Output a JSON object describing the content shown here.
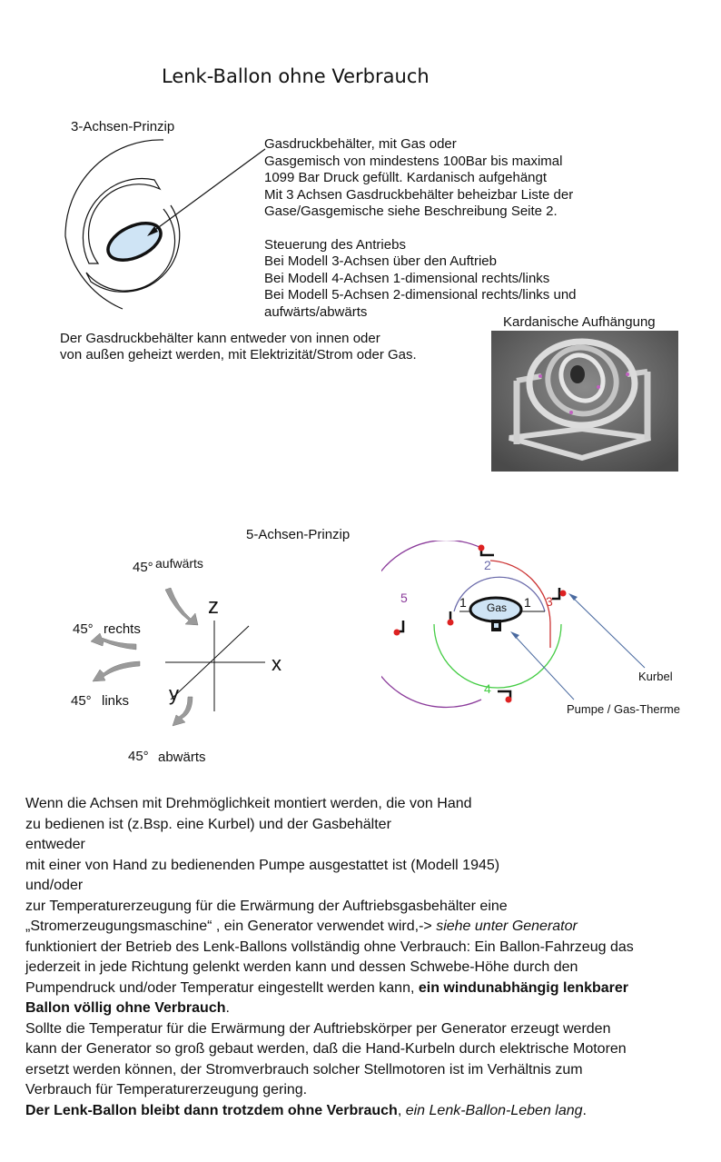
{
  "title": "Lenk-Ballon ohne Verbrauch",
  "section1": {
    "heading": "3-Achsen-Prinzip",
    "description_lines": [
      "Gasdruckbehälter,  mit Gas oder",
      "Gasgemisch von mindestens 100Bar bis maximal",
      "1099 Bar Druck gefüllt.  Kardanisch aufgehängt",
      "Mit 3 Achsen   Gasdruckbehälter beheizbar Liste der",
      "Gase/Gasgemische siehe Beschreibung Seite 2."
    ],
    "control_lines": [
      "Steuerung des Antriebs",
      "Bei Modell 3-Achsen über den Auftrieb",
      "Bei Modell 4-Achsen 1-dimensional rechts/links",
      "Bei Modell 5-Achsen 2-dimensional rechts/links  und",
      "aufwärts/abwärts"
    ],
    "heating_lines": [
      "Der Gasdruckbehälter  kann entweder von innen oder",
      "von außen geheizt werden, mit Elektrizität/Strom  oder Gas."
    ],
    "photo_caption": "Kardanische Aufhängung"
  },
  "section2": {
    "heading": "5-Achsen-Prinzip",
    "axes": {
      "z": "z",
      "x": "x",
      "y": "y",
      "up": "aufwärts",
      "down": "abwärts",
      "right": "rechts",
      "left": "links",
      "deg": "45°"
    },
    "gimbal": {
      "gas": "Gas",
      "ring_labels": [
        "1",
        "1",
        "2",
        "3",
        "4",
        "5"
      ],
      "crank_label": "Kurbel",
      "pump_label": "Pumpe / Gas-Therme",
      "colors": {
        "ring5": "#8a3a9a",
        "ring2": "#6a6aaa",
        "ring3": "#cc3333",
        "ring4": "#44cc44",
        "handle": "#dd2222"
      }
    }
  },
  "body": {
    "p1": "Wenn die Achsen mit Drehmöglichkeit montiert werden, die von Hand",
    "p2": "zu bedienen ist (z.Bsp. eine Kurbel) und der Gasbehälter",
    "p3": "entweder",
    "p4": "mit einer von Hand zu bedienenden Pumpe ausgestattet ist (Modell 1945)",
    "p5": "und/oder",
    "p6": " zur Temperaturerzeugung  für die Erwärmung der Auftriebsgasbehälter eine",
    "p7a": "„Stromerzeugungsmaschine“ , ein Generator  verwendet wird,-> ",
    "p7b": "siehe unter Generator",
    "p8": "funktioniert der Betrieb des Lenk-Ballons vollständig ohne Verbrauch: Ein Ballon-Fahrzeug das",
    "p9": "jederzeit in jede Richtung  gelenkt werden kann und dessen Schwebe-Höhe durch den",
    "p10a": "Pumpendruck und/oder Temperatur eingestellt werden kann, ",
    "p10b": "ein windunabhängig lenkbarer",
    "p11": "Ballon völlig ohne Verbrauch",
    "p11c": ".",
    "p12": "Sollte die Temperatur für die Erwärmung der Auftriebskörper per Generator erzeugt werden",
    "p13": "kann der Generator so groß gebaut werden, daß die Hand-Kurbeln durch elektrische Motoren",
    "p14": "ersetzt werden können, der Stromverbrauch solcher Stellmotoren ist im Verhältnis zum",
    "p15": "Verbrauch für Temperaturerzeugung gering.",
    "p16a": "Der Lenk-Ballon bleibt dann trotzdem ohne Verbrauch",
    "p16b": ", ",
    "p16c": "ein Lenk-Ballon-Leben lang",
    "p16d": "."
  }
}
